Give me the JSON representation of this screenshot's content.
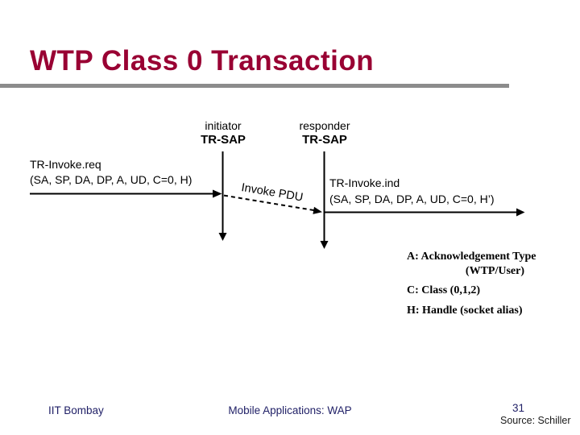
{
  "slide": {
    "title": "WTP Class 0 Transaction",
    "colors": {
      "title_accent": "#990033",
      "rule_gray": "#8c8c8c",
      "footer_navy": "#1f1f66",
      "diagram_ink": "#000000"
    }
  },
  "diagram": {
    "initiator": {
      "role": "initiator",
      "sap": "TR-SAP"
    },
    "responder": {
      "role": "responder",
      "sap": "TR-SAP"
    },
    "request": {
      "primitive": "TR-Invoke.req",
      "params": "(SA, SP, DA, DP, A, UD, C=0, H)"
    },
    "indication": {
      "primitive": "TR-Invoke.ind",
      "params": "(SA, SP, DA, DP, A, UD, C=0, H’)"
    },
    "pdu_label": "Invoke PDU"
  },
  "legend": {
    "ack_line1": "A: Acknowledgement Type",
    "ack_line2": "(WTP/User)",
    "class_line": "C: Class (0,1,2)",
    "handle_line": "H: Handle (socket alias)"
  },
  "footer": {
    "left": "IIT Bombay",
    "center": "Mobile Applications: WAP",
    "page_number": "31",
    "source": "Source: Schiller"
  }
}
